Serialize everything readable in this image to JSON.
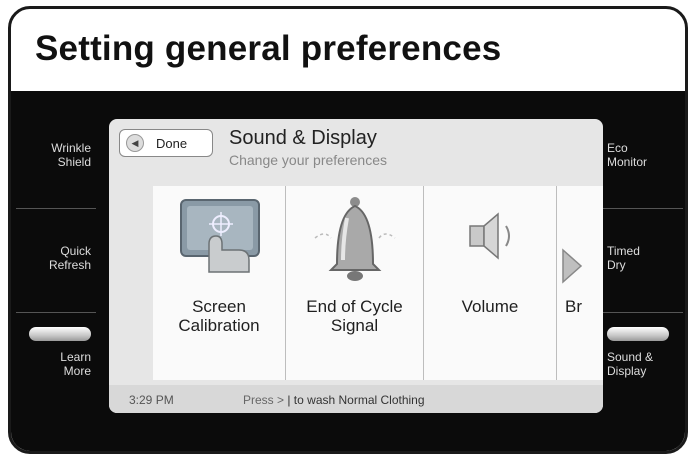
{
  "page": {
    "title": "Setting general preferences"
  },
  "left_nav": [
    {
      "label_1": "Wrinkle",
      "label_2": "Shield"
    },
    {
      "label_1": "Quick",
      "label_2": "Refresh"
    },
    {
      "label_1": "Learn",
      "label_2": "More"
    }
  ],
  "right_nav": [
    {
      "label_1": "Eco",
      "label_2": "Monitor"
    },
    {
      "label_1": "Timed",
      "label_2": "Dry"
    },
    {
      "label_1": "Sound &",
      "label_2": "Display"
    }
  ],
  "dialog": {
    "done_label": "Done",
    "title": "Sound & Display",
    "subtitle": "Change your preferences",
    "options": [
      {
        "line1": "Screen",
        "line2": "Calibration",
        "icon": "touch-screen-icon"
      },
      {
        "line1": "End of Cycle",
        "line2": "Signal",
        "icon": "bell-icon"
      },
      {
        "line1": "",
        "line2": "Volume",
        "icon": "speaker-icon"
      },
      {
        "line1": "",
        "line2": "Br",
        "icon": "partial-icon"
      }
    ]
  },
  "status_bar": {
    "time": "3:29 PM",
    "message_prefix": "Press >",
    "message_suffix": "| to wash Normal Clothing"
  },
  "colors": {
    "screen_bg": "#0b0b0b",
    "dialog_bg": "#e6e6e6",
    "pill_light": "#ffffff"
  }
}
